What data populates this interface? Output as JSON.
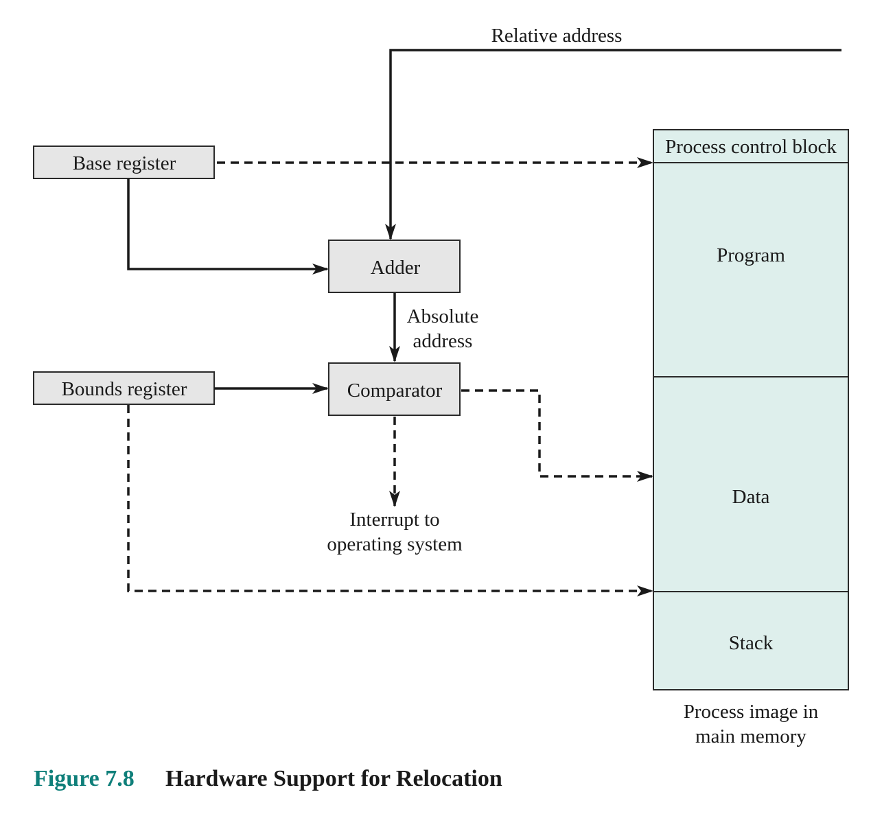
{
  "diagram": {
    "relative_address_label": "Relative address",
    "base_register": "Base register",
    "bounds_register": "Bounds register",
    "adder": "Adder",
    "comparator": "Comparator",
    "absolute_address_line1": "Absolute",
    "absolute_address_line2": "address",
    "interrupt_line1": "Interrupt to",
    "interrupt_line2": "operating system",
    "memory": {
      "pcb": "Process control block",
      "program": "Program",
      "data": "Data",
      "stack": "Stack",
      "caption_line1": "Process image in",
      "caption_line2": "main memory"
    }
  },
  "caption": {
    "number": "Figure 7.8",
    "title": "Hardware Support for Relocation"
  },
  "colors": {
    "register_fill": "#e6e6e6",
    "memory_fill": "#deefec",
    "caption_accent": "#0f7f7a"
  }
}
